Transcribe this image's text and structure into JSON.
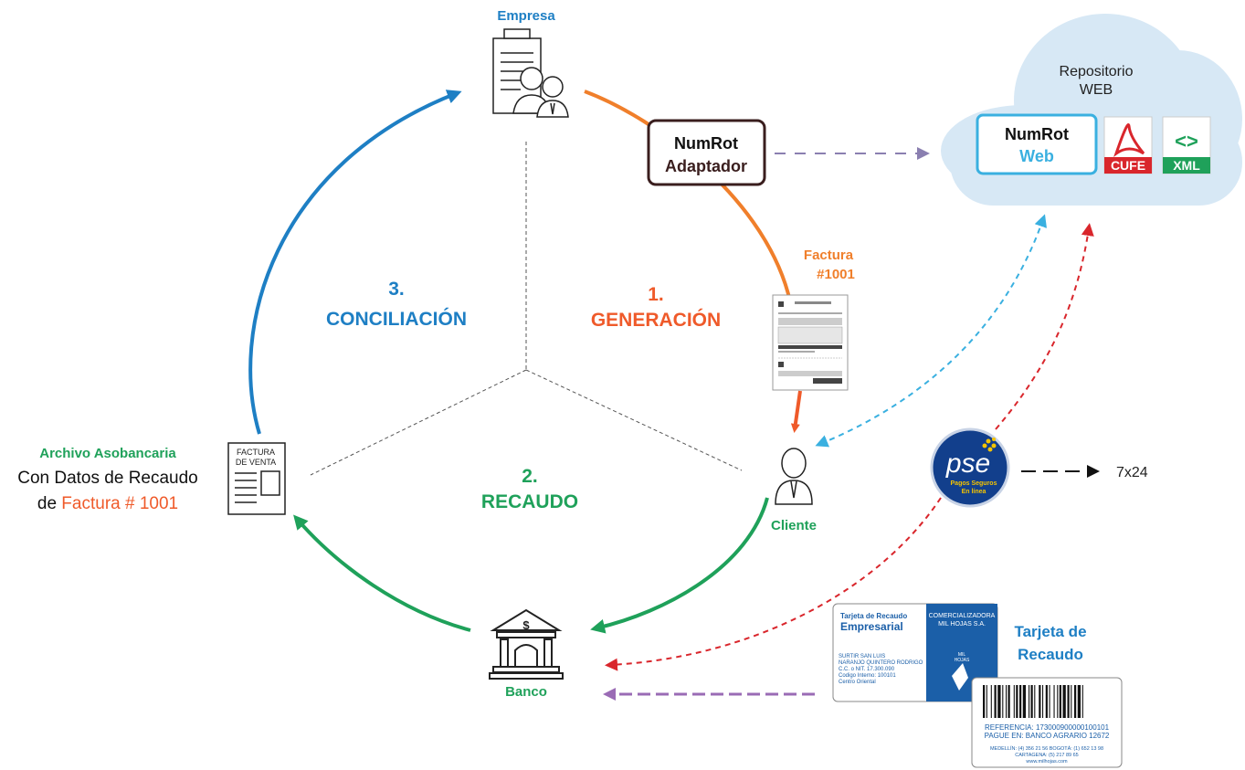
{
  "labels": {
    "empresa": "Empresa",
    "cliente": "Cliente",
    "banco": "Banco",
    "factura_title_1": "Factura",
    "factura_title_2": "#1001",
    "sections": {
      "generacion_num": "1.",
      "generacion": "GENERACIÓN",
      "recaudo_num": "2.",
      "recaudo": "RECAUDO",
      "conciliacion_num": "3.",
      "conciliacion": "CONCILIACIÓN"
    },
    "adaptador_1": "NumRot",
    "adaptador_2": "Adaptador",
    "repositorio_1": "Repositorio",
    "repositorio_2": "WEB",
    "web_1": "NumRot",
    "web_2": "Web",
    "cufe": "CUFE",
    "xml": "XML",
    "xml_symbol": "<>",
    "pse": "pse",
    "pse_sub_1": "Pagos Seguros",
    "pse_sub_2": "En línea",
    "availability": "7x24",
    "tarjeta_title_1": "Tarjeta de",
    "tarjeta_title_2": "Recaudo",
    "archivo_title": "Archivo Asobancaria",
    "archivo_line_2": "Con Datos de Recaudo",
    "archivo_line_3_prefix": "de ",
    "archivo_line_3_ref": "Factura # 1001",
    "factura_venta_1": "FACTURA",
    "factura_venta_2": "DE VENTA",
    "dollar": "$"
  },
  "card": {
    "header_1": "Tarjeta de Recaudo",
    "header_2": "Empresarial",
    "company_1": "COMERCIALIZADORA",
    "company_2": "MIL HOJAS S.A.",
    "address": [
      "SURTIR SAN LUIS",
      "NARANJO QUINTERO RODRIGO",
      "C.C. o NIT. 17.300.090",
      "Codigo Interno: 100101",
      "Centro Oriental"
    ],
    "logo_1": "MIL",
    "logo_2": "HOJAS",
    "reference": "REFERENCIA: 173000900000100101",
    "pay_at": "PAGUE EN: BANCO AGRARIO 12672",
    "phones_1": "MEDELLÍN: (4) 356 21 56  BOGOTÁ: (1)  652 13 98",
    "phones_2": "CARTAGENA: (5)  217 89 65",
    "website": "www.milhojas.com"
  },
  "colors": {
    "orange": "#f07f2b",
    "orange_red": "#ef5a2a",
    "blue": "#1e7fc4",
    "green": "#1fa15a",
    "purple_gray": "#8a7fb0",
    "cyan": "#3ab0e0",
    "red": "#d9262c",
    "purple": "#9a6bb5",
    "dark": "#222222",
    "card_blue": "#1b5fa8",
    "adaptador_border": "#3a1e1e"
  }
}
